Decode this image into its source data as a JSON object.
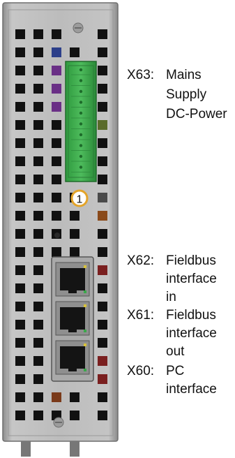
{
  "device": {
    "callout_number": "1",
    "housing_color": "#b9b9b9",
    "connector_color": "#3aa84a",
    "callout_color": "#e3a42a"
  },
  "labels": [
    {
      "code": "X63:",
      "lines": [
        "Mains",
        "Supply",
        "DC-Power"
      ]
    },
    {
      "code": "X62:",
      "lines": [
        "Fieldbus",
        "interface",
        "in"
      ]
    },
    {
      "code": "X61:",
      "lines": [
        "Fieldbus",
        "interface",
        "out"
      ]
    },
    {
      "code": "X60:",
      "lines": [
        "PC",
        "interface"
      ]
    }
  ]
}
